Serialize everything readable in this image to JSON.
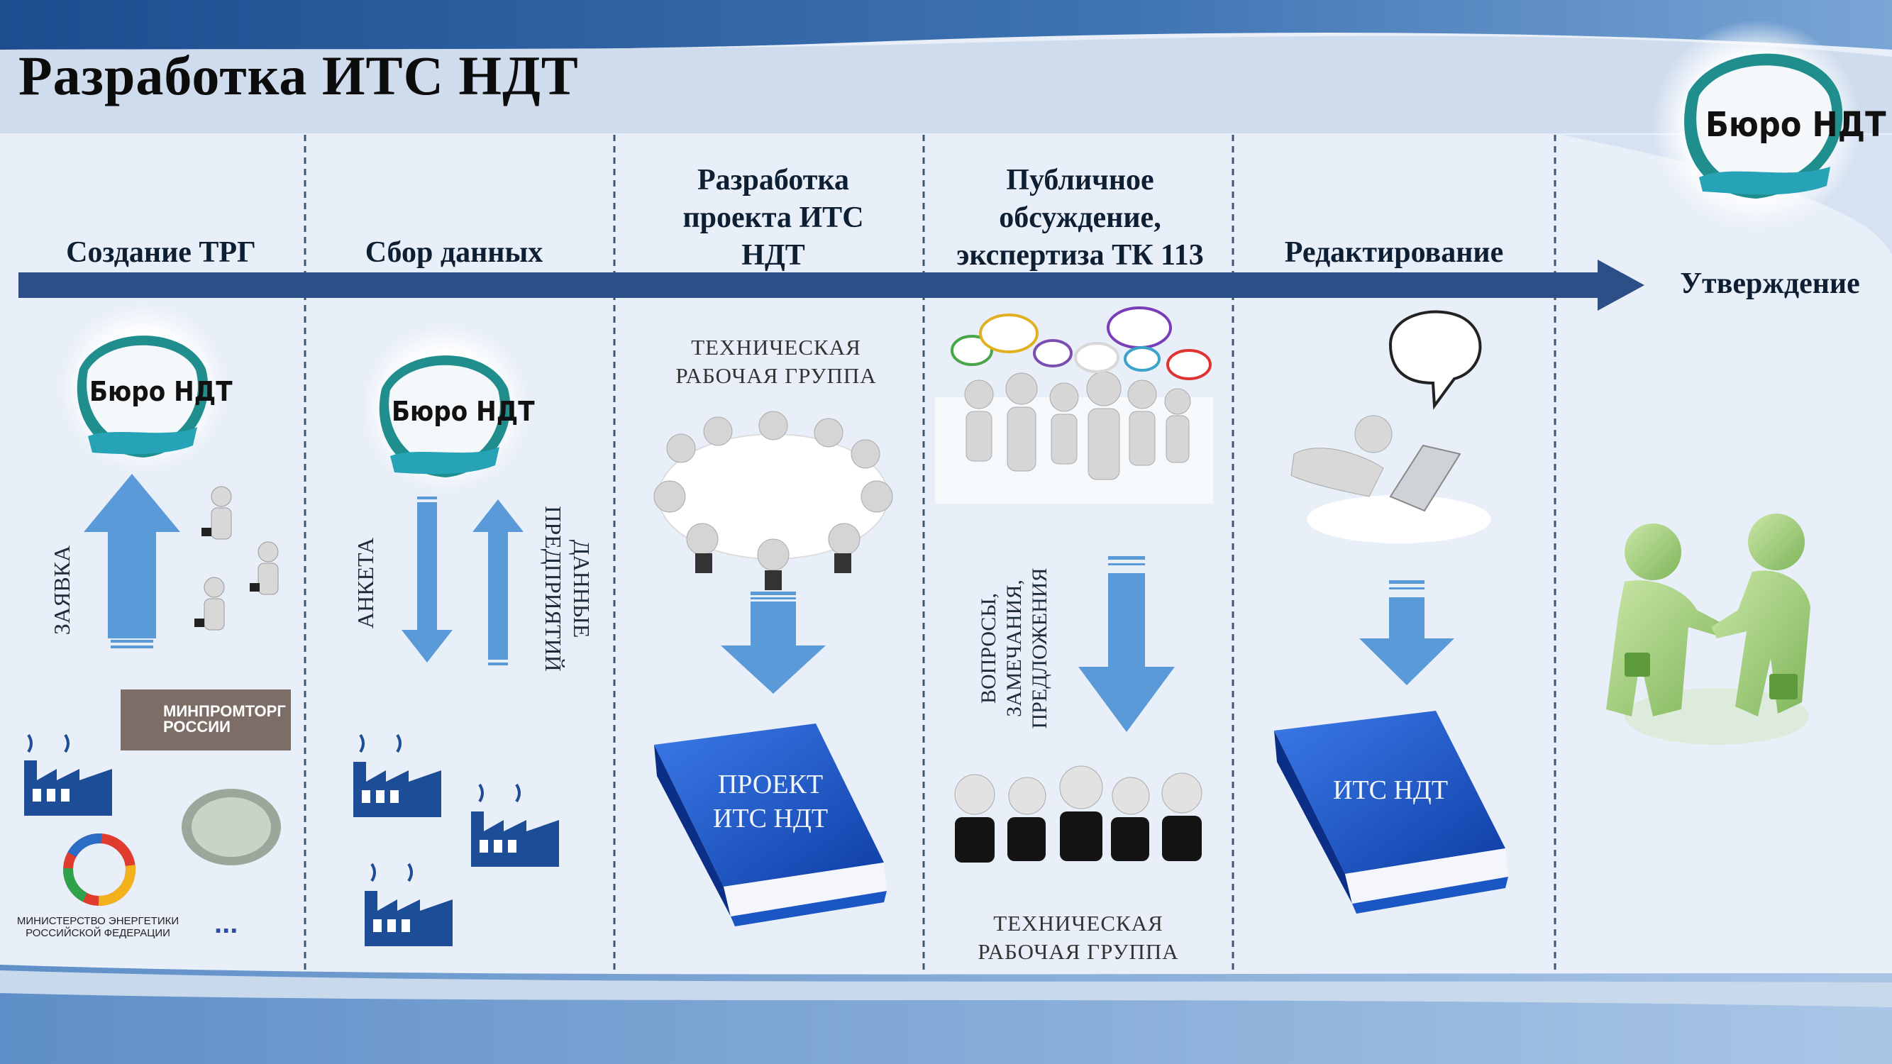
{
  "title": "Разработка ИТС НДТ",
  "logo_text": "Бюро НДТ",
  "stages": [
    {
      "label": "Создание ТРГ"
    },
    {
      "label": "Сбор данных"
    },
    {
      "label": "Разработка проекта ИТС НДТ"
    },
    {
      "label": "Публичное обсуждение, экспертиза ТК 113"
    },
    {
      "label": "Редактирование"
    },
    {
      "label": "Утверждение"
    }
  ],
  "labels": {
    "zayavka": "ЗАЯВКА",
    "anketa": "АНКЕТА",
    "dannye": "ДАННЫЕ ПРЕДПРИЯТИЙ",
    "trg_top": "ТЕХНИЧЕСКАЯ РАБОЧАЯ ГРУППА",
    "trg_bottom": "ТЕХНИЧЕСКАЯ РАБОЧАЯ ГРУППА",
    "voprosy": "ВОПРОСЫ, ЗАМЕЧАНИЯ, ПРЕДЛОЖЕНИЯ",
    "book1": "ПРОЕКТ ИТС НДТ",
    "book2": "ИТС НДТ",
    "minprom": "МИНПРОМТОРГ РОССИИ",
    "minenergo": "МИНИСТЕРСТВО ЭНЕРГЕТИКИ РОССИЙСКОЙ ФЕДЕРАЦИИ",
    "more": "..."
  },
  "colors": {
    "band": "#2b4f86",
    "arrow_blue": "#5b9ad8",
    "book_blue": "#1b57c4",
    "factory": "#1d4d96"
  }
}
